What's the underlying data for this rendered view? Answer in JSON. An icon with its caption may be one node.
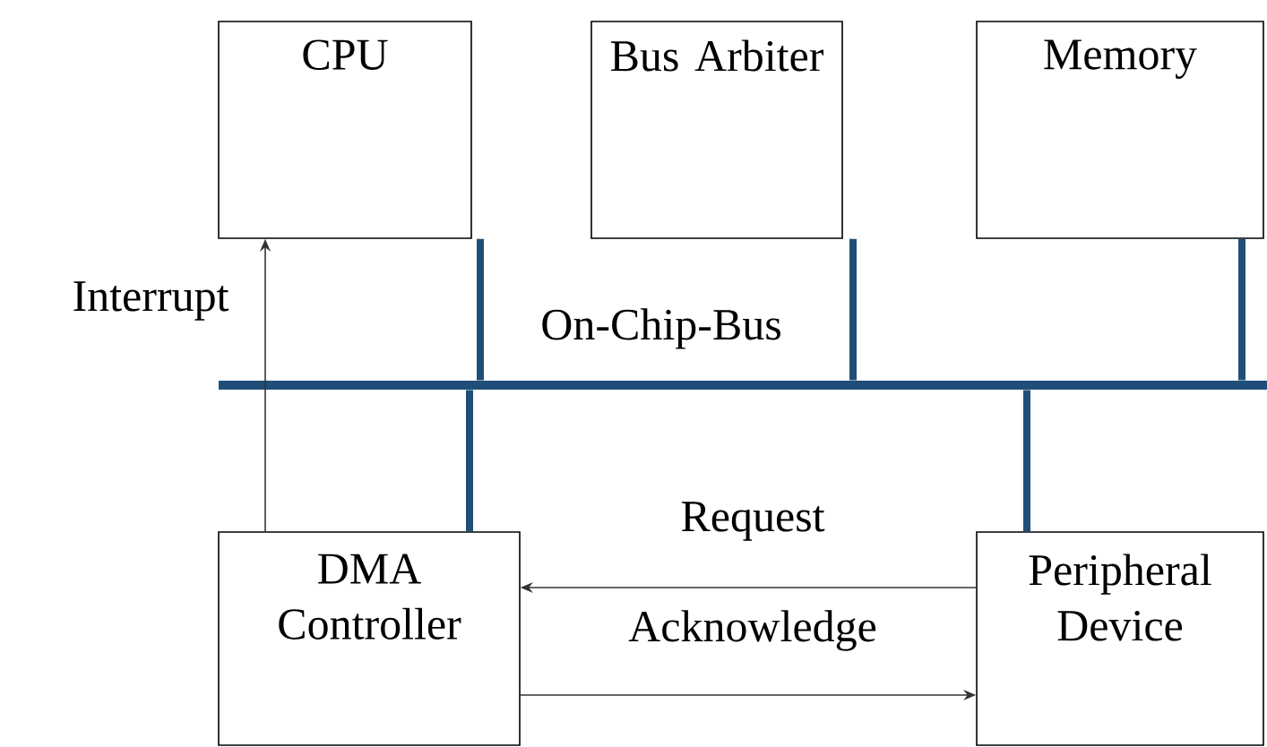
{
  "diagram": {
    "nodes": [
      {
        "text": [
          "CPU"
        ]
      },
      {
        "text": [
          "Bus Arbiter"
        ]
      },
      {
        "text": [
          "Memory"
        ]
      },
      {
        "text": [
          "DMA Controller"
        ]
      },
      {
        "text": [
          "Peripheral Device"
        ]
      },
      {
        "text": [
          "On-Chip-Bus"
        ]
      }
    ],
    "edges": [
      {
        "from": 0,
        "to": 5,
        "arrow": "none"
      },
      {
        "from": 1,
        "to": 5,
        "arrow": "none"
      },
      {
        "from": 2,
        "to": 5,
        "arrow": "none"
      },
      {
        "from": 3,
        "to": 5,
        "arrow": "none"
      },
      {
        "from": 4,
        "to": 5,
        "arrow": "none"
      },
      {
        "from": 3,
        "to": 0,
        "arrow": "to",
        "label": "Interrupt",
        "color": "#333333"
      },
      {
        "from": 4,
        "to": 3,
        "arrow": "to",
        "label": "Request",
        "color": "#333333"
      },
      {
        "from": 3,
        "to": 4,
        "arrow": "to",
        "label": "Acknowledge",
        "color": "#333333"
      }
    ]
  }
}
